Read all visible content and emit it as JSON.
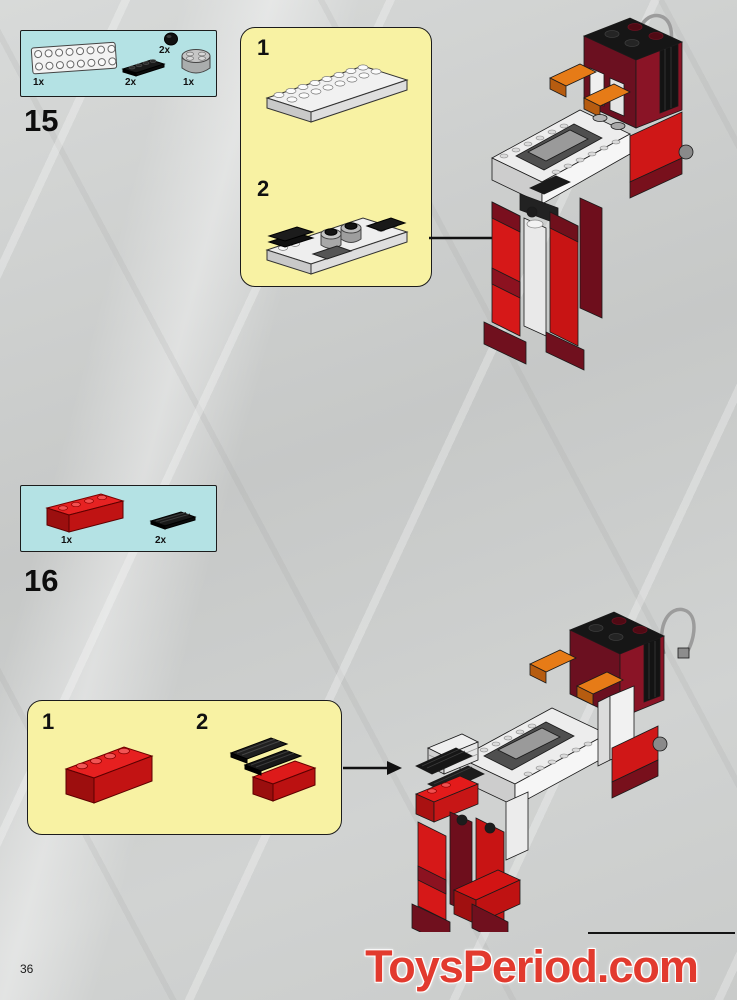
{
  "page": {
    "number": "36",
    "watermark": "ToysPeriod.com"
  },
  "colors": {
    "background_gray": "#cdcfce",
    "parts_box_cyan": "#b4e2e4",
    "substep_box_yellow": "#f8f2a3",
    "lego_red": "#d61818",
    "lego_dark_red": "#6b1020",
    "lego_orange": "#e67b17",
    "lego_white": "#efefef",
    "lego_black": "#161616",
    "lego_gray": "#b0b0b0",
    "watermark_red": "#e23a2e"
  },
  "step15": {
    "number": "15",
    "parts": [
      {
        "qty": "1x",
        "part": "white-2x8-plate"
      },
      {
        "qty": "2x",
        "part": "black-round-1x1-plate"
      },
      {
        "qty": "2x",
        "part": "black-1x4-plate"
      },
      {
        "qty": "1x",
        "part": "gray-round-2x2-brick"
      }
    ],
    "substeps": [
      {
        "number": "1",
        "part": "white-2x8-plate"
      },
      {
        "number": "2",
        "part": "subassembly-on-white-2x8-plate"
      }
    ]
  },
  "step16": {
    "number": "16",
    "parts": [
      {
        "qty": "1x",
        "part": "red-1x4-brick"
      },
      {
        "qty": "2x",
        "part": "black-1x2-grille-tile"
      }
    ],
    "substeps": [
      {
        "number": "1",
        "part": "red-1x4-brick"
      },
      {
        "number": "2",
        "part": "black-grilles-on-red-brick"
      }
    ]
  }
}
